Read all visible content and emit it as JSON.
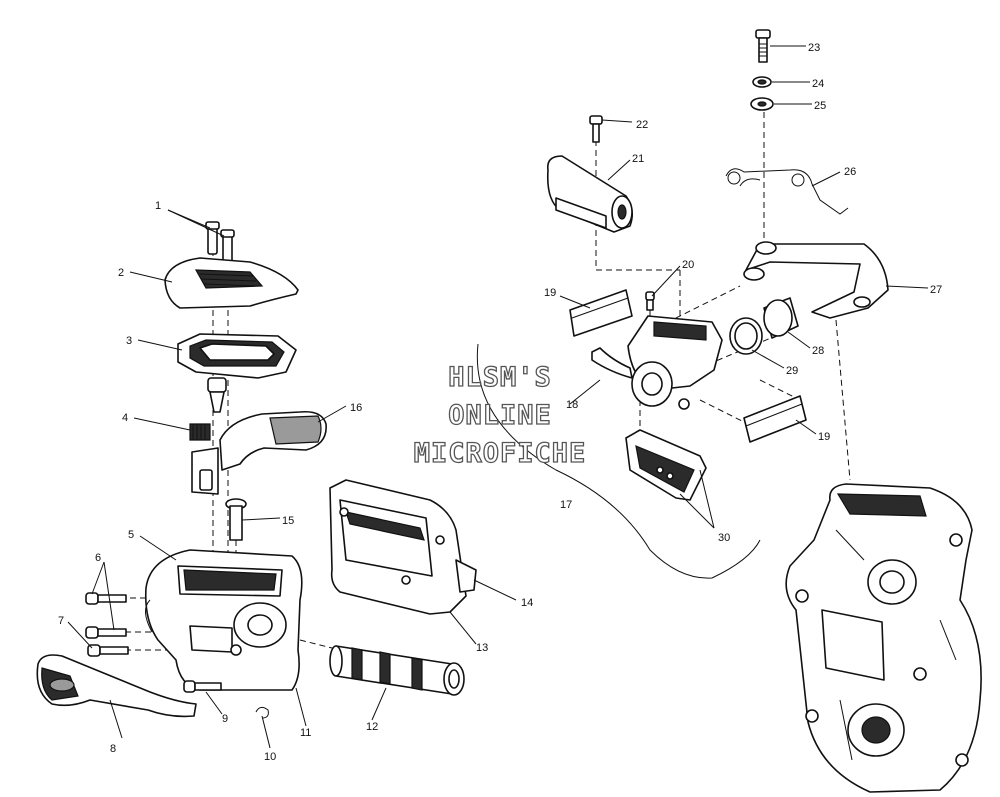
{
  "watermark": {
    "lines": [
      "HLSM'S",
      "ONLINE",
      "MICROFICHE"
    ]
  },
  "callouts": {
    "c1": "1",
    "c2": "2",
    "c3": "3",
    "c4": "4",
    "c5": "5",
    "c6": "6",
    "c7": "7",
    "c8": "8",
    "c9": "9",
    "c10": "10",
    "c11": "11",
    "c12": "12",
    "c13": "13",
    "c14": "14",
    "c15": "15",
    "c16": "16",
    "c17": "17",
    "c18": "18",
    "c19a": "19",
    "c19b": "19",
    "c20": "20",
    "c21": "21",
    "c22": "22",
    "c23": "23",
    "c24": "24",
    "c25": "25",
    "c26": "26",
    "c27": "27",
    "c28": "28",
    "c29": "29",
    "c30": "30"
  }
}
